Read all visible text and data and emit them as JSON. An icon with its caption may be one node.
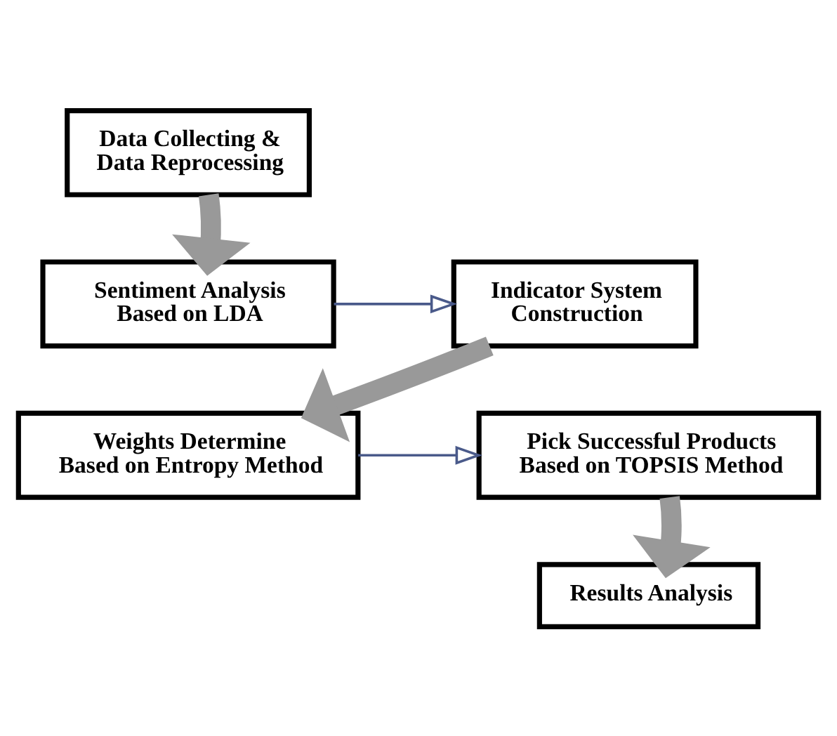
{
  "diagram": {
    "nodes": [
      {
        "text": [
          "Data Collecting & Data Reprocessing"
        ]
      },
      {
        "text": [
          "Sentiment Analysis Based on LDA"
        ]
      },
      {
        "text": [
          "Indicator System Construction"
        ]
      },
      {
        "text": [
          "Weights Determine Based on Entropy Method"
        ]
      },
      {
        "text": [
          "Pick Successful Products Based on TOPSIS Method"
        ]
      },
      {
        "text": [
          "Results Analysis"
        ]
      }
    ],
    "edges": [
      {
        "from": 0,
        "to": 1,
        "arrow": "to"
      },
      {
        "from": 1,
        "to": 2,
        "arrow": "to",
        "color": "#4a5a8a"
      },
      {
        "from": 2,
        "to": 3,
        "arrow": "to"
      },
      {
        "from": 3,
        "to": 4,
        "arrow": "to",
        "color": "#4a5a8a"
      },
      {
        "from": 4,
        "to": 5,
        "arrow": "to"
      }
    ]
  }
}
